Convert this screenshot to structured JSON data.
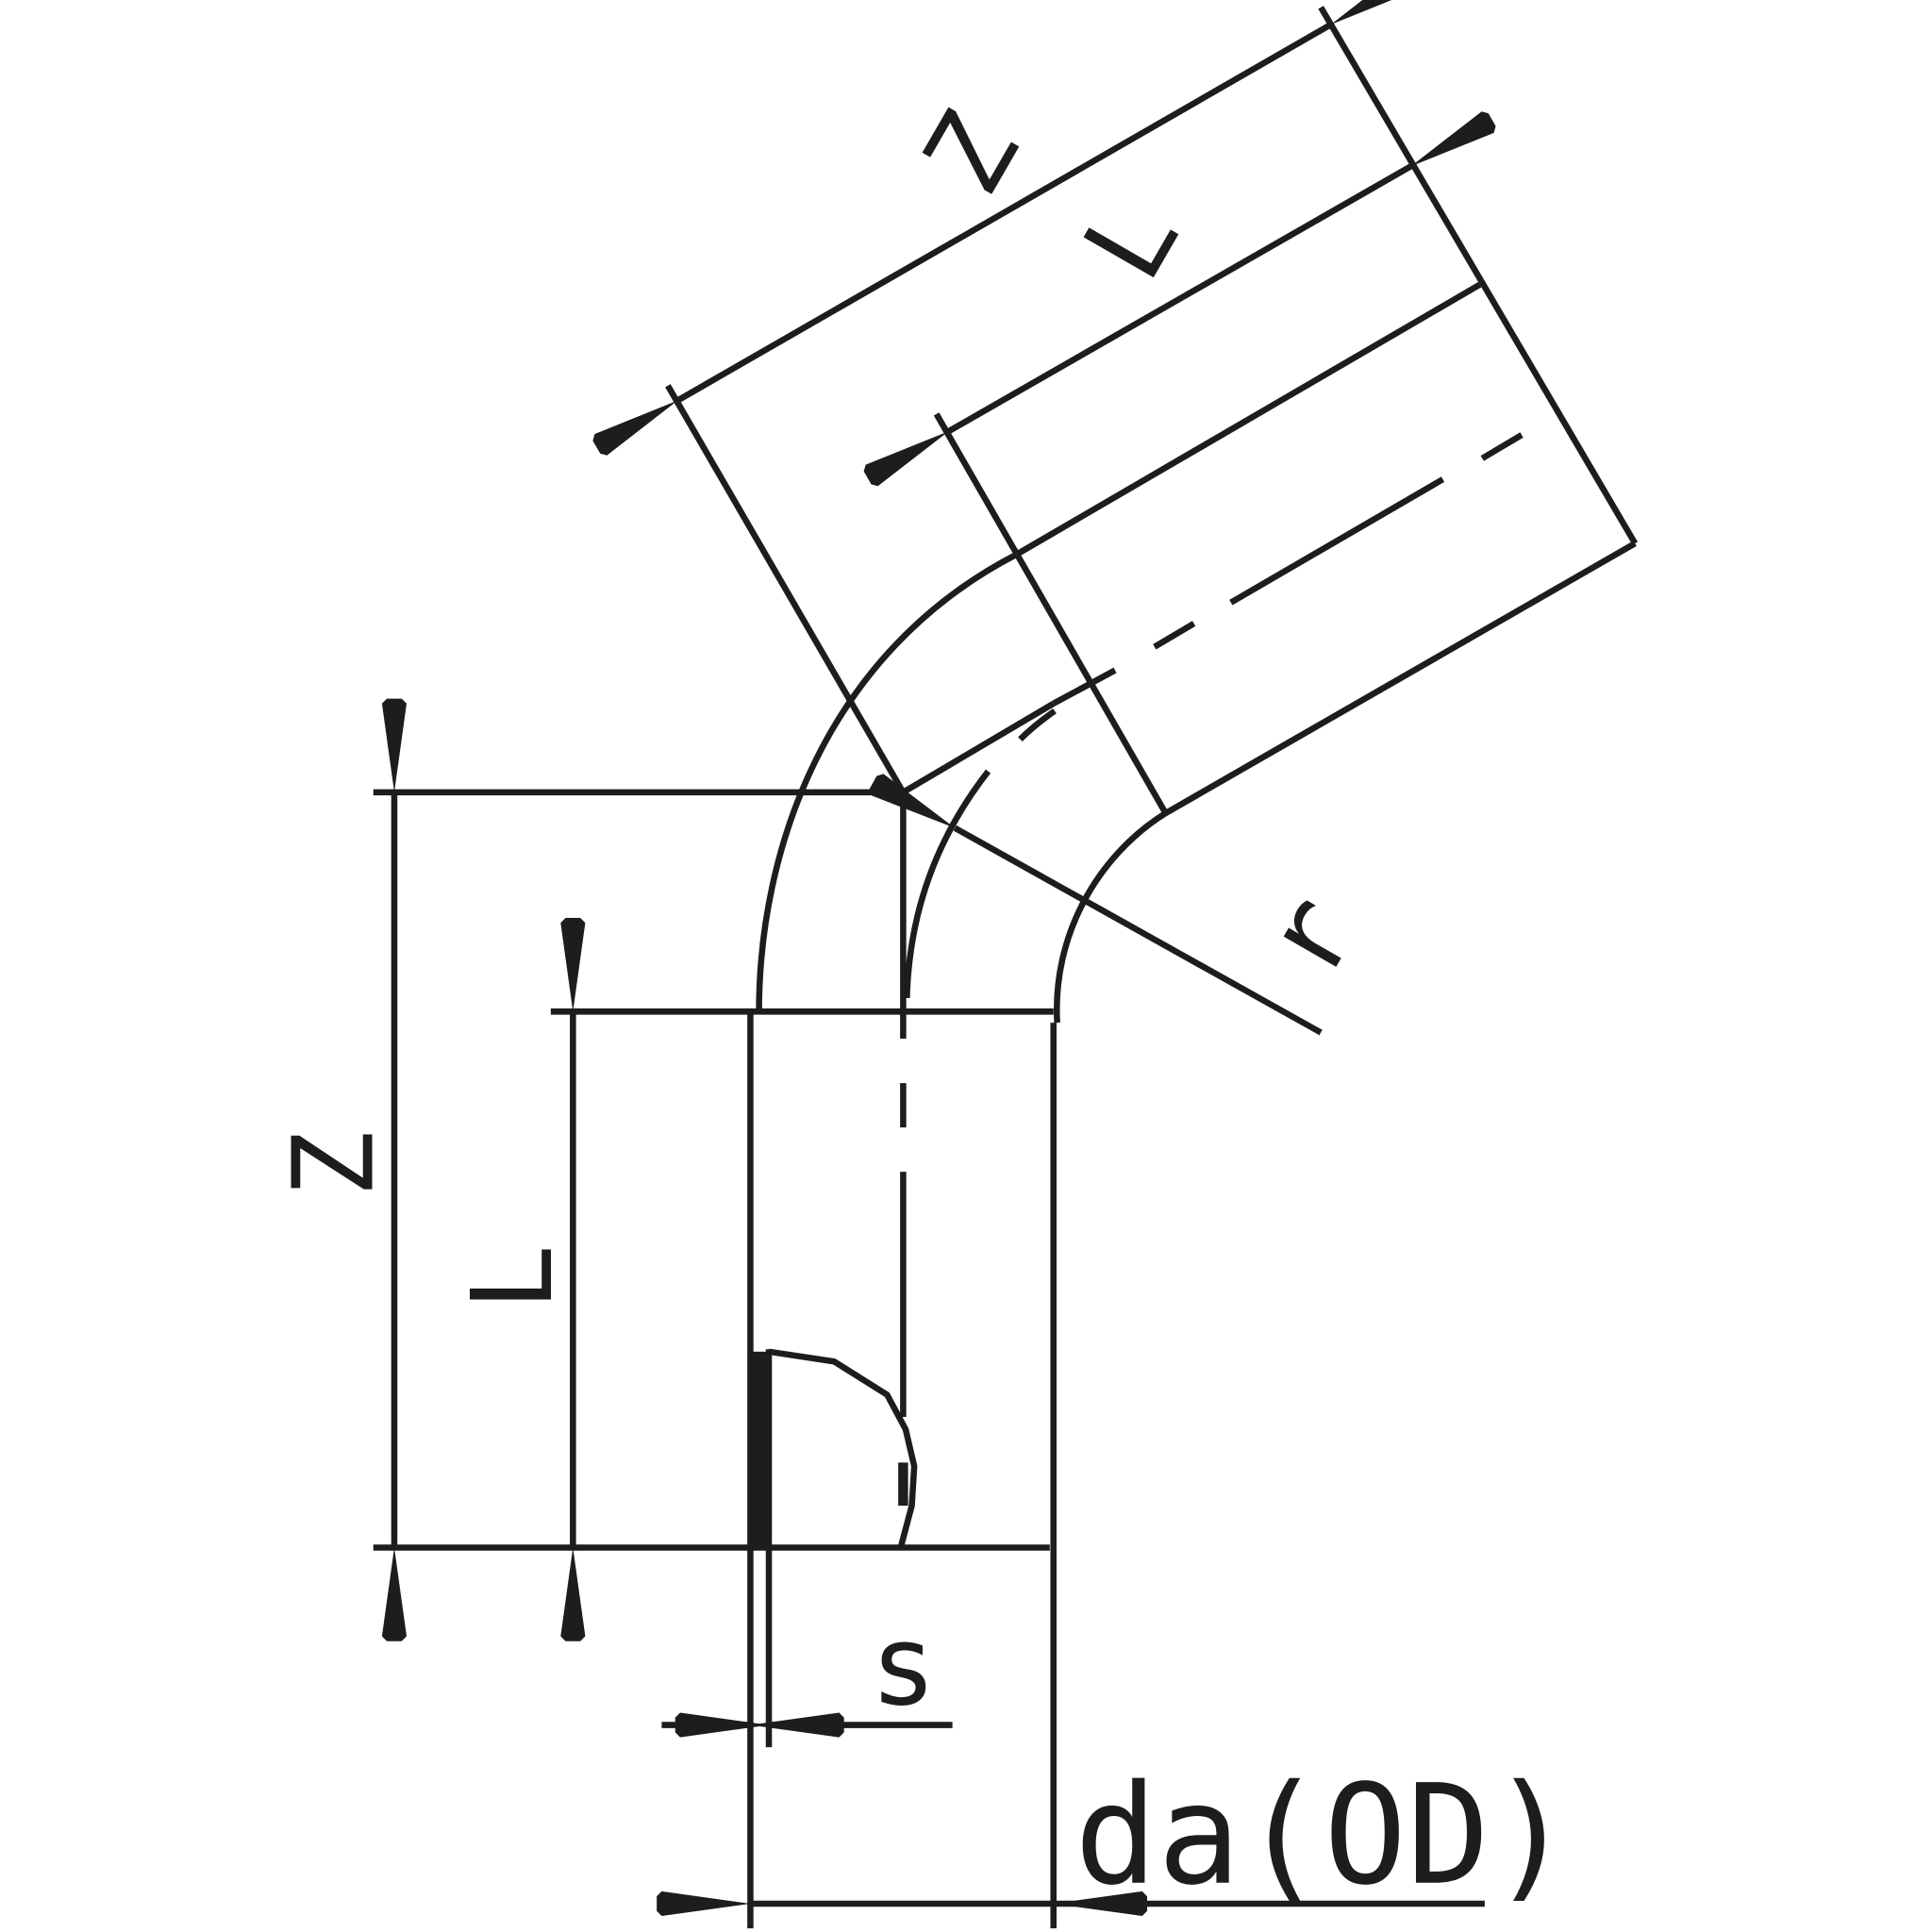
{
  "title": "Pipe elbow dimension drawing",
  "labels": {
    "z_vertical": "Z",
    "l_vertical": "L",
    "z_angled": "Z",
    "l_angled": "L",
    "radius": "r",
    "wall_thickness": "s",
    "outer_diameter": "da(OD)"
  },
  "colors": {
    "line": "#1d1d1b",
    "background": "#ffffff"
  }
}
